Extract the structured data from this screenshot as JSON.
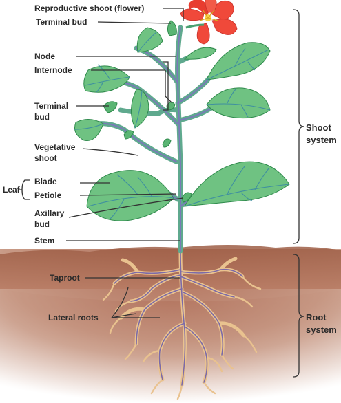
{
  "labels": {
    "reproductive_shoot": "Reproductive shoot (flower)",
    "terminal_bud_top": "Terminal bud",
    "node": "Node",
    "internode": "Internode",
    "terminal_bud_side_1": "Terminal",
    "terminal_bud_side_2": "bud",
    "vegetative_shoot_1": "Vegetative",
    "vegetative_shoot_2": "shoot",
    "leaf": "Leaf",
    "blade": "Blade",
    "petiole": "Petiole",
    "axillary_bud_1": "Axillary",
    "axillary_bud_2": "bud",
    "stem": "Stem",
    "taproot": "Taproot",
    "lateral_roots": "Lateral roots",
    "shoot_system_1": "Shoot",
    "shoot_system_2": "system",
    "root_system_1": "Root",
    "root_system_2": "system"
  },
  "colors": {
    "soil": "#a8644a",
    "leaf": "#6fc282",
    "stem": "#5fa98e",
    "flower": "#f0493a",
    "root": "#e9c28f"
  }
}
